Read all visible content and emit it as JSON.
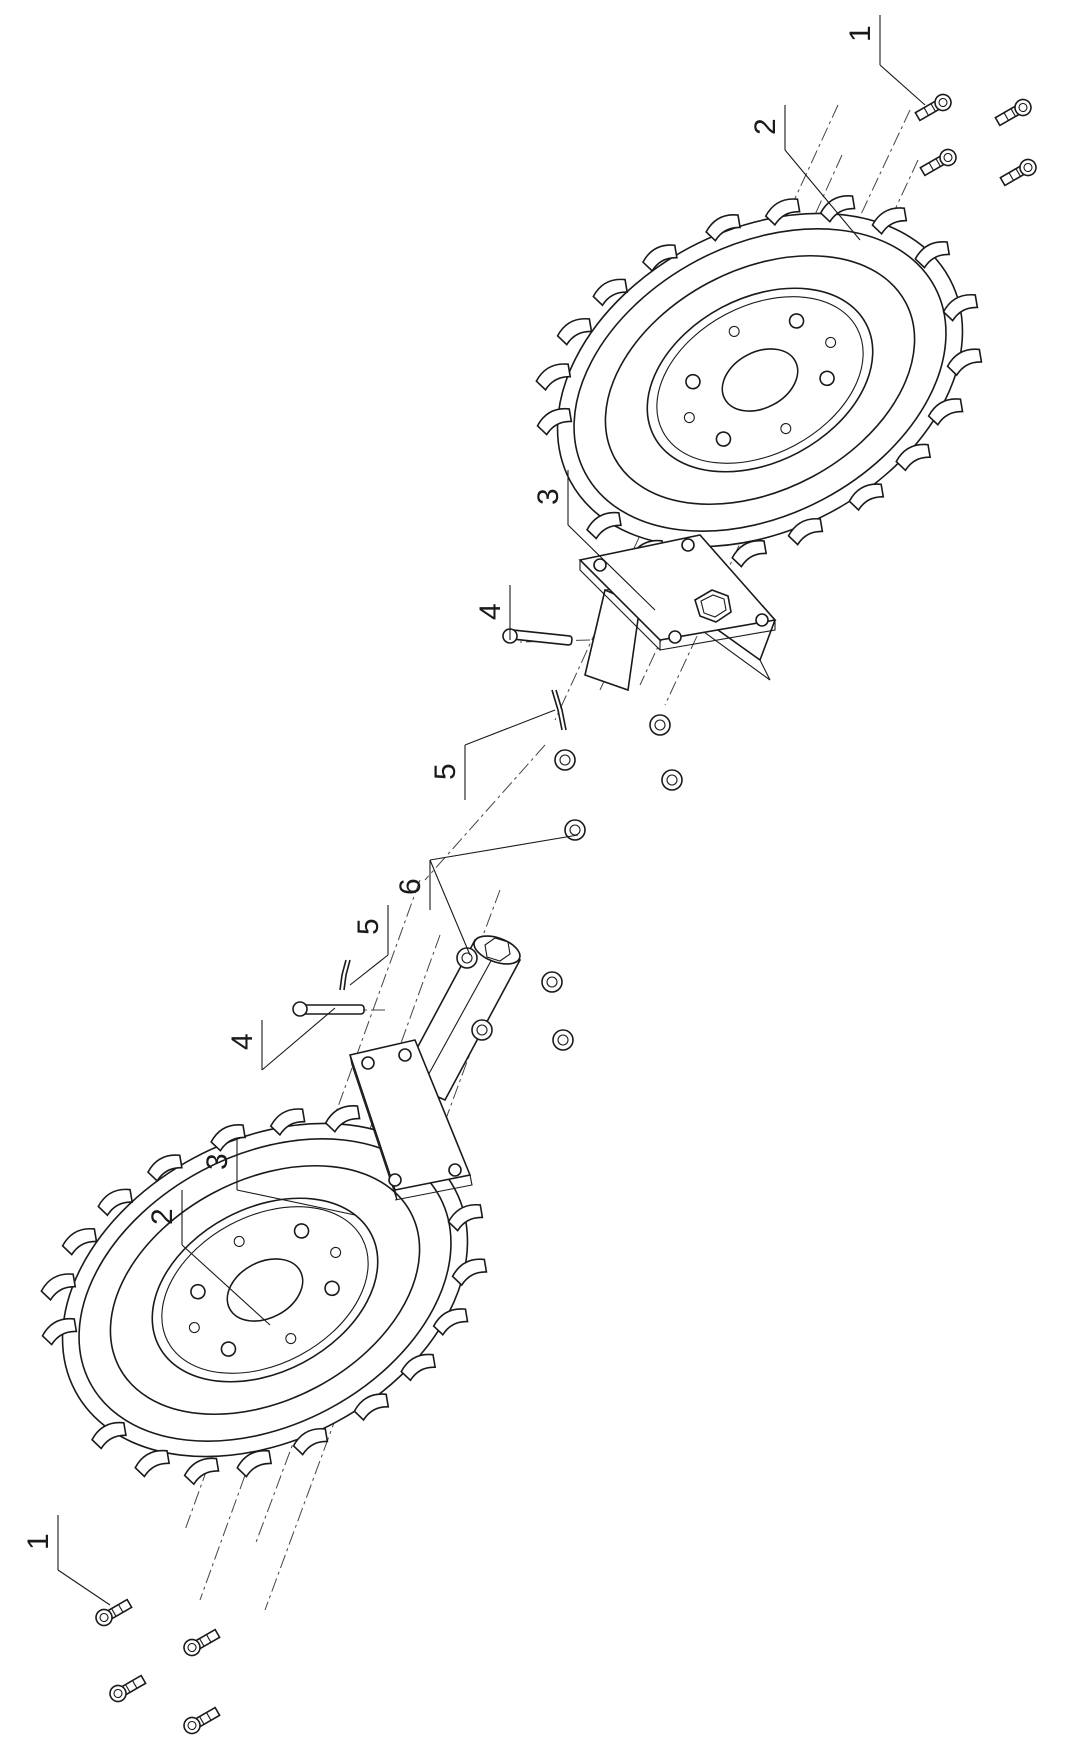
{
  "diagram": {
    "callouts": {
      "c1_top": "1",
      "c2_right": "2",
      "c3_right": "3",
      "c4_right": "4",
      "c5_right": "5",
      "c6": "6",
      "c5_left": "5",
      "c4_left": "4",
      "c3_left": "3",
      "c2_left": "2",
      "c1_bottom": "1"
    }
  }
}
